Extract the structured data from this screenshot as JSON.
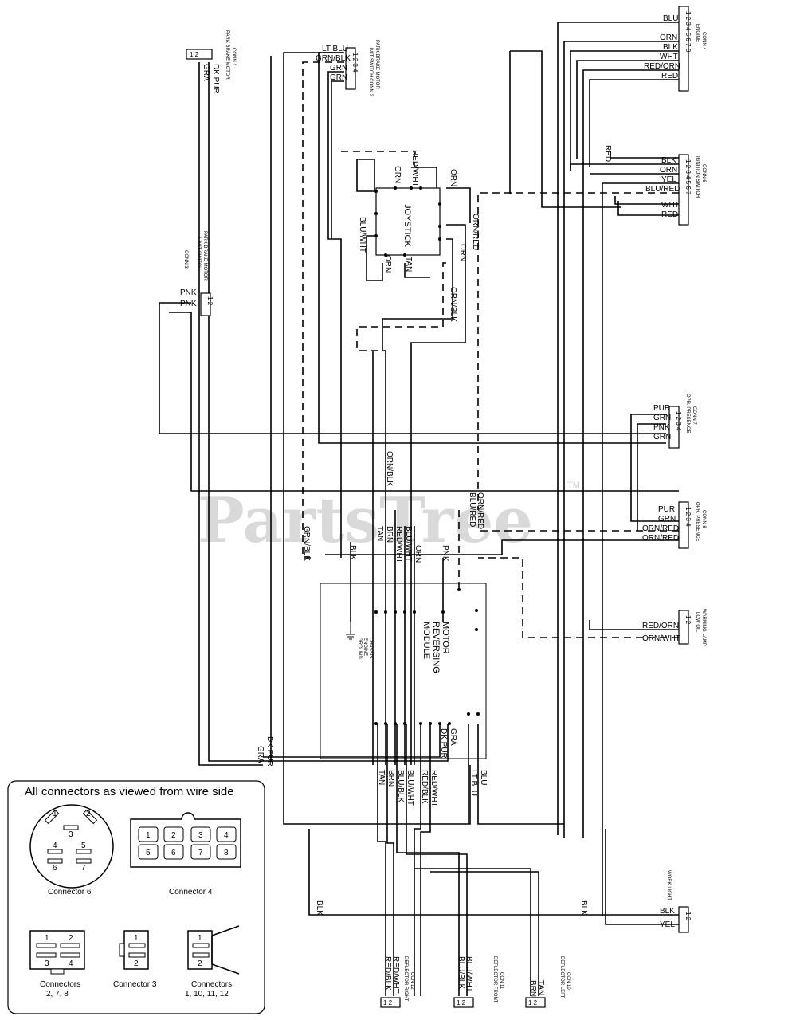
{
  "watermark": "PartsTree",
  "trademark": "TM",
  "connectors_right": [
    {
      "id": "engine",
      "title": [
        "ENGINE",
        "CONN 4"
      ],
      "pins": [
        "1",
        "2",
        "3",
        "4",
        "5",
        "6",
        "7",
        "8"
      ],
      "wires": [
        [
          "BLU",
          "1"
        ],
        [
          "ORN",
          "3"
        ],
        [
          "BLK",
          "4"
        ],
        [
          "WHT",
          "5"
        ],
        [
          "RED/ORN",
          "6"
        ],
        [
          "RED",
          "7"
        ]
      ]
    },
    {
      "id": "ignition",
      "title": [
        "IGNITION SWITCH",
        "CONN 6"
      ],
      "pins": [
        "1",
        "2",
        "3",
        "4",
        "5",
        "6",
        "7"
      ],
      "wires": [
        [
          "BLK",
          "1"
        ],
        [
          "ORN",
          "2"
        ],
        [
          "YEL",
          "3"
        ],
        [
          "BLU/RED",
          "4"
        ],
        [
          "WHT",
          "6"
        ],
        [
          "RED",
          "7"
        ]
      ]
    },
    {
      "id": "opr-presence-1",
      "title": [
        "OPR. PRESENCE",
        "CONN 7"
      ],
      "pins": [
        "1",
        "2",
        "3",
        "4"
      ],
      "wires": [
        [
          "PUR",
          "1"
        ],
        [
          "GRN",
          "2"
        ],
        [
          "PNK",
          "3"
        ],
        [
          "GRN",
          "4"
        ]
      ]
    },
    {
      "id": "opr-presence-2",
      "title": [
        "OPR. PRESENCE",
        "CONN 8"
      ],
      "pins": [
        "1",
        "2",
        "3",
        "4"
      ],
      "wires": [
        [
          "PUR",
          "1"
        ],
        [
          "GRN",
          "2"
        ],
        [
          "ORN/RED",
          "3"
        ],
        [
          "ORN/RED",
          "4"
        ]
      ]
    },
    {
      "id": "low-oil",
      "title": [
        "LOW OIL",
        "WARNING LAMP"
      ],
      "pins": [
        "1",
        "2"
      ],
      "wires": [
        [
          "RED/ORN",
          "1"
        ],
        [
          "ORN/WHT",
          "2"
        ]
      ]
    },
    {
      "id": "work-light",
      "title": [
        "WORK LIGHT"
      ],
      "pins": [
        "1",
        "2"
      ],
      "wires": [
        [
          "BLK",
          "1"
        ],
        [
          "YEL",
          "2"
        ]
      ]
    }
  ],
  "connectors_top": [
    {
      "id": "park-brake-motor-1",
      "title": [
        "PARK BRAKE MOTOR",
        "CONN 1"
      ],
      "pins": [
        "1",
        "2"
      ],
      "wires": [
        "DK PUR",
        "GRA"
      ]
    },
    {
      "id": "park-brake-limit-2",
      "title": [
        "PARK BRAKE MOTOR",
        "LIMIT SWITCH CONN 2"
      ],
      "pins": [
        "1",
        "2",
        "3",
        "4"
      ],
      "wires": [
        "LT BLU",
        "GRN/BLK",
        "GRN",
        "GRN"
      ]
    },
    {
      "id": "park-brake-limit-3",
      "title": [
        "PARK BRAKE MOTOR",
        "LIMIT SWITCH",
        "CONN 3"
      ],
      "pins": [
        "1",
        "2"
      ],
      "wires": [
        "PNK",
        "PNK"
      ]
    }
  ],
  "connectors_bottom": [
    {
      "id": "deflector-right",
      "title": [
        "DEFLECTOR RIGHT",
        "CON 12"
      ],
      "pins": [
        "1",
        "2"
      ],
      "wires": [
        "RED/BLK",
        "RED/WHT"
      ]
    },
    {
      "id": "deflector-front",
      "title": [
        "DEFLECTOR FRONT",
        "CON 11"
      ],
      "pins": [
        "1",
        "2"
      ],
      "wires": [
        "BLU/BLK",
        "BLU/WHT"
      ]
    },
    {
      "id": "deflector-left",
      "title": [
        "DEFLECTOR LEFT",
        "CON 10"
      ],
      "pins": [
        "1",
        "2"
      ],
      "wires": [
        "BRN",
        "TAN"
      ]
    }
  ],
  "joystick": {
    "title": "JOYSTICK",
    "wires": [
      "RED/WHT",
      "ORN",
      "ORN",
      "BLU/WHT",
      "ORN",
      "TAN",
      "ORN/RED",
      "ORN",
      "ORN/BLK"
    ]
  },
  "module": {
    "title": [
      "MOTOR",
      "REVERSING",
      "MODULE"
    ],
    "top_wires": [
      "GRN/BLK",
      "BLK",
      "TAN",
      "BRN",
      "RED/WHT",
      "BLU/WHT",
      "ORN",
      "PNK"
    ],
    "bottom_wires": [
      "TAN",
      "BRN",
      "BLU/BLK",
      "BLU/WHT",
      "RED/BLK",
      "RED/WHT",
      "GRA",
      "DK PUR",
      "BLU",
      "LT BLU"
    ],
    "mid_labels": [
      "ORN/BLK",
      "ORN/RED",
      "BLU/RED"
    ],
    "ground": [
      "GROUND",
      "ENGINE",
      "CHASSIS"
    ]
  },
  "left_wires": [
    "DK PUR",
    "GRA"
  ],
  "other_labels": [
    "RED",
    "BLK",
    "BLK"
  ],
  "legend": {
    "title": "All connectors as viewed from wire side",
    "items": [
      {
        "name": "Connector 6",
        "pins": [
          "1",
          "2",
          "3",
          "4",
          "5",
          "6",
          "7"
        ]
      },
      {
        "name": "Connector 4",
        "pins": [
          "1",
          "2",
          "3",
          "4",
          "5",
          "6",
          "7",
          "8"
        ]
      },
      {
        "name": "Connectors\n2, 7, 8",
        "pins": [
          "1",
          "2",
          "3",
          "4"
        ]
      },
      {
        "name": "Connector 3",
        "pins": [
          "1",
          "2"
        ]
      },
      {
        "name": "Connectors\n1, 10, 11, 12",
        "pins": [
          "1",
          "2"
        ]
      }
    ],
    "label_c6": "Connector 6",
    "label_c4": "Connector 4",
    "label_c278a": "Connectors",
    "label_c278b": "2, 7, 8",
    "label_c3": "Connector 3",
    "label_c1a": "Connectors",
    "label_c1b": "1, 10, 11, 12"
  }
}
